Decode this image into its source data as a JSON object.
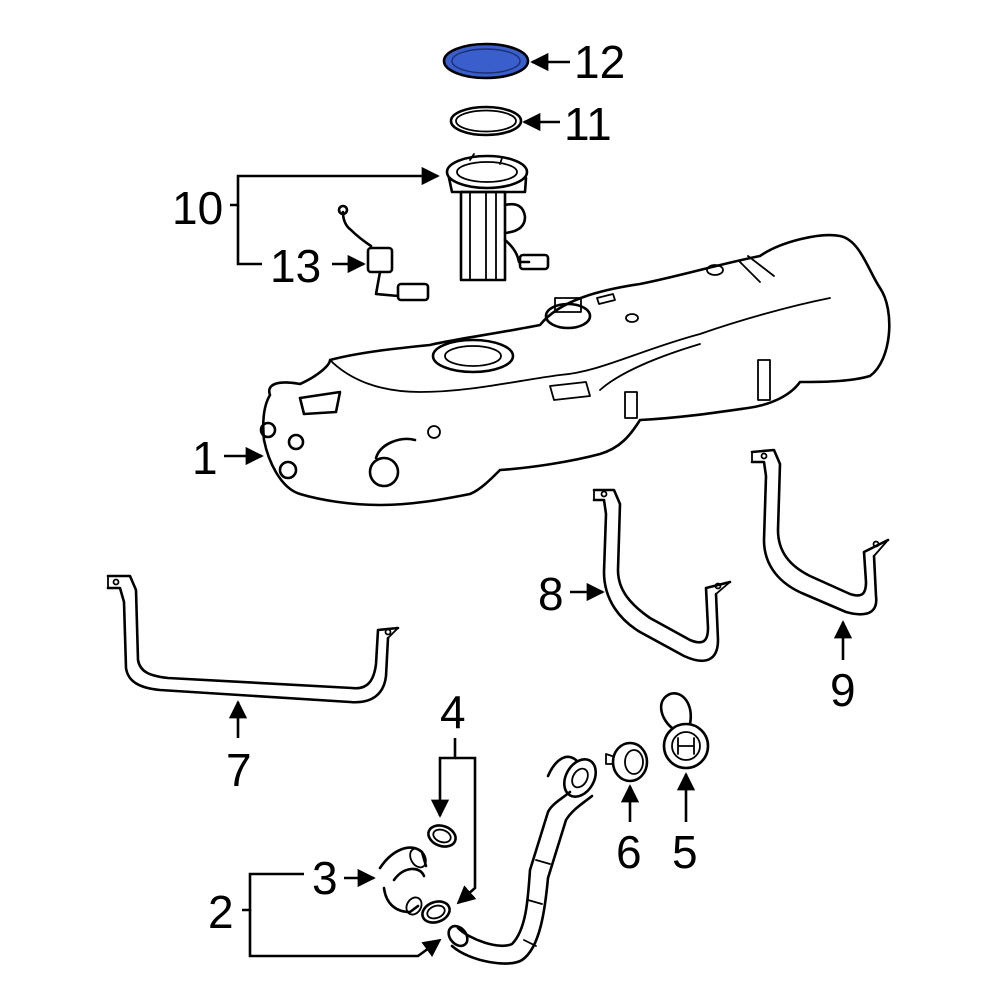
{
  "colors": {
    "line": "#000000",
    "highlight_fill": "#3a5fcd",
    "background": "#ffffff"
  },
  "callouts": {
    "c1": "1",
    "c2": "2",
    "c3": "3",
    "c4": "4",
    "c5": "5",
    "c6": "6",
    "c7": "7",
    "c8": "8",
    "c9": "9",
    "c10": "10",
    "c11": "11",
    "c12": "12",
    "c13": "13"
  },
  "highlighted_part": "12"
}
